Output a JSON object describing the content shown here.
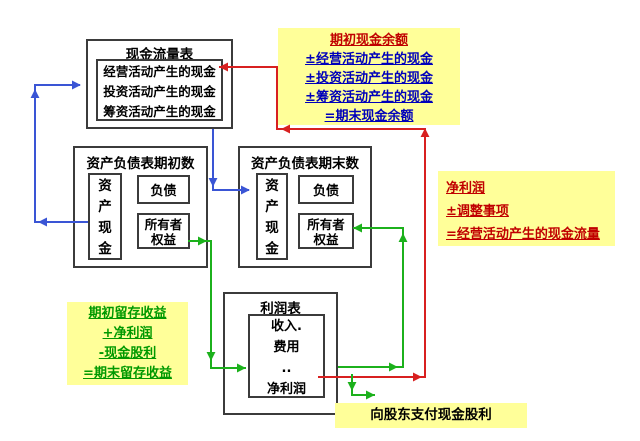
{
  "colors": {
    "arrow_blue": "#3A55D5",
    "arrow_red": "#D82020",
    "arrow_green": "#1CB11C",
    "note_background": "#FFFF99",
    "text_red": "#C00000",
    "text_blue": "#0000BB",
    "text_green": "#009900",
    "box_border": "#3B3B3B"
  },
  "boxes": {
    "cash_flow": {
      "title": "现金流量表",
      "items": [
        "经营活动产生的现金",
        "投资活动产生的现金",
        "筹资活动产生的现金"
      ]
    },
    "cash_summary": {
      "line1": "期初现金余额",
      "line2": "±经营活动产生的现金",
      "line3": "±投资活动产生的现金",
      "line4": "±筹资活动产生的现金",
      "line5": "=期末现金余额"
    },
    "bs_begin": {
      "title": "资产负债表期初数",
      "asset": "资产现金",
      "liability": "负债",
      "equity_line1": "所有者",
      "equity_line2": "权益"
    },
    "bs_end": {
      "title": "资产负债表期末数",
      "asset": "资产现金",
      "liability": "负债",
      "equity_line1": "所有者",
      "equity_line2": "权益"
    },
    "net_profit_summary": {
      "line1": "净利润",
      "line2": "±调整事项",
      "line3": "=经营活动产生的现金流量"
    },
    "retained_earnings": {
      "line1": "期初留存收益",
      "line2": "+净利润",
      "line3": "-现金股利",
      "line4": "=期末留存收益"
    },
    "income_statement": {
      "title": "利润表",
      "items": [
        "收入.",
        "费用",
        "..",
        "净利润"
      ]
    },
    "dividends_note": {
      "text": "向股东支付现金股利"
    }
  }
}
